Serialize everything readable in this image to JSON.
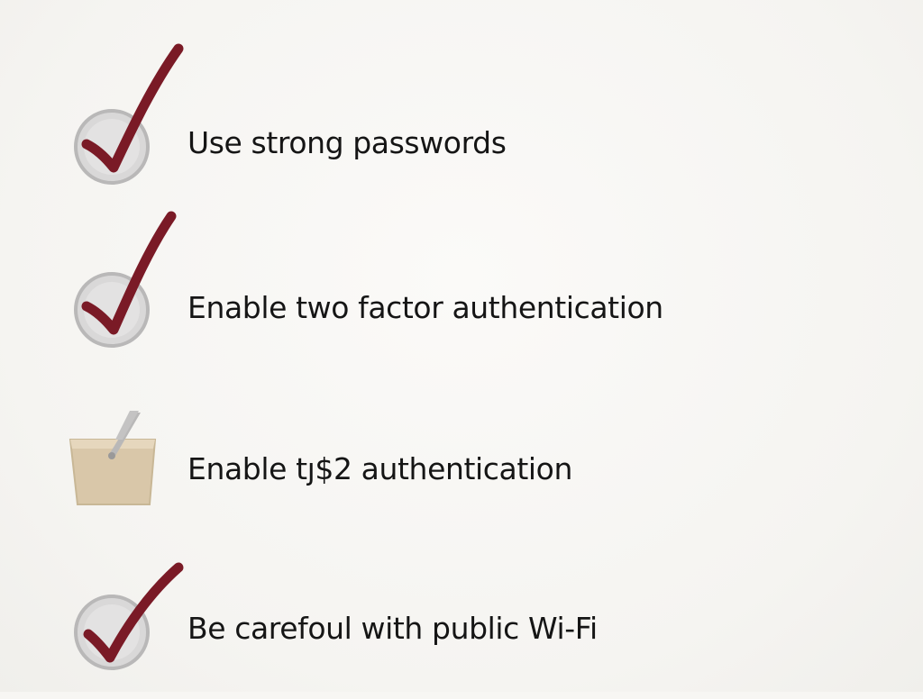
{
  "colors": {
    "background": "#f7f6f3",
    "check_mark": "#7a1a26",
    "circle_fill": "#d9d8d8",
    "circle_stroke": "#b9b8b8",
    "box_fill": "#d9c7a9",
    "text": "#151515"
  },
  "checklist": {
    "items": [
      {
        "label": "Use strong passwords",
        "icon": "check-circle-icon",
        "checked": true
      },
      {
        "label": "Enable two factor authentication",
        "icon": "check-circle-icon",
        "checked": true
      },
      {
        "label": "Enable tȷ$2 authentication",
        "icon": "box-icon",
        "checked": false
      },
      {
        "label": "Be carefoul with public Wi-Fi",
        "icon": "check-circle-icon",
        "checked": true
      }
    ]
  }
}
